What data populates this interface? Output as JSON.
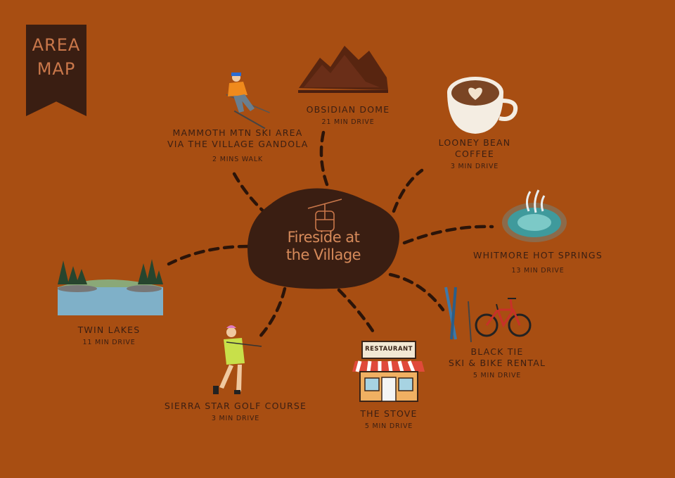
{
  "badge": {
    "line1": "AREA",
    "line2": "MAP"
  },
  "center": {
    "line1": "Fireside at",
    "line2": "the Village",
    "icon": "gondola-icon"
  },
  "destinations": {
    "mammoth": {
      "line1": "MAMMOTH MTN SKI AREA",
      "line2": "VIA THE VILLAGE GANDOLA",
      "time": "2 MINS WALK",
      "icon": "skier-icon"
    },
    "obsidian": {
      "line1": "OBSIDIAN DOME",
      "time": "21 MIN DRIVE",
      "icon": "mountain-icon"
    },
    "looney": {
      "line1": "LOONEY BEAN",
      "line2": "COFFEE",
      "time": "3 MIN DRIVE",
      "icon": "coffee-cup-icon"
    },
    "whitmore": {
      "line1": "WHITMORE HOT SPRINGS",
      "time": "13 MIN DRIVE",
      "icon": "hot-spring-icon"
    },
    "blacktie": {
      "line1": "BLACK TIE",
      "line2": "SKI & BIKE RENTAL",
      "time": "5 MIN DRIVE",
      "icon": "ski-bike-icon"
    },
    "stove": {
      "line1": "THE STOVE",
      "time": "5 MIN DRIVE",
      "sign": "RESTAURANT",
      "icon": "restaurant-icon"
    },
    "golf": {
      "line1": "SIERRA STAR GOLF COURSE",
      "time": "3 MIN DRIVE",
      "icon": "golfer-icon"
    },
    "twin": {
      "line1": "TWIN LAKES",
      "time": "11 MIN DRIVE",
      "icon": "lake-icon"
    }
  },
  "colors": {
    "background": "#a84e12",
    "dark": "#3a1e12",
    "accent": "#d68a5a"
  }
}
